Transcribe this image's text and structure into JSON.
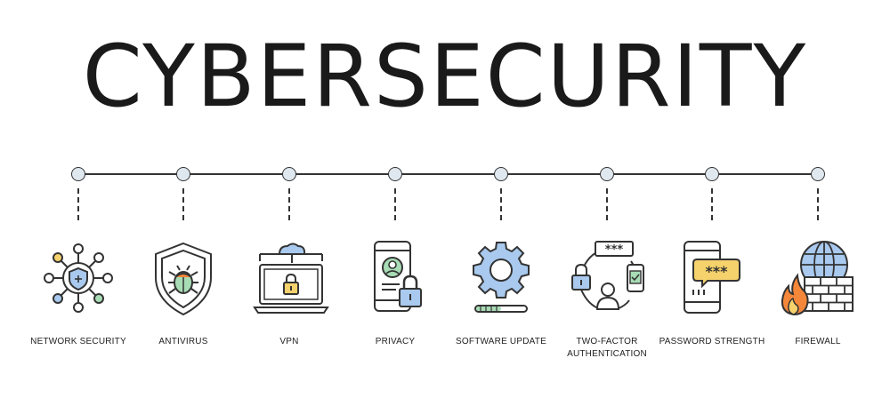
{
  "title": "CYBERSECURITY",
  "colors": {
    "stroke": "#333333",
    "blue": "#a9c9ee",
    "yellow": "#f5d26b",
    "green": "#a8dcb5",
    "orange": "#f5873a",
    "node_fill": "#dfe7ef"
  },
  "items": [
    {
      "label": "NETWORK SECURITY",
      "icon": "network-shield-icon"
    },
    {
      "label": "ANTIVIRUS",
      "icon": "shield-bug-icon"
    },
    {
      "label": "VPN",
      "icon": "laptop-cloud-lock-icon"
    },
    {
      "label": "PRIVACY",
      "icon": "phone-profile-lock-icon"
    },
    {
      "label": "SOFTWARE UPDATE",
      "icon": "gear-progress-icon"
    },
    {
      "label": "TWO-FACTOR AUTHENTICATION",
      "icon": "two-factor-icon"
    },
    {
      "label": "PASSWORD STRENGTH",
      "icon": "phone-password-icon"
    },
    {
      "label": "FIREWALL",
      "icon": "globe-wall-fire-icon"
    }
  ]
}
